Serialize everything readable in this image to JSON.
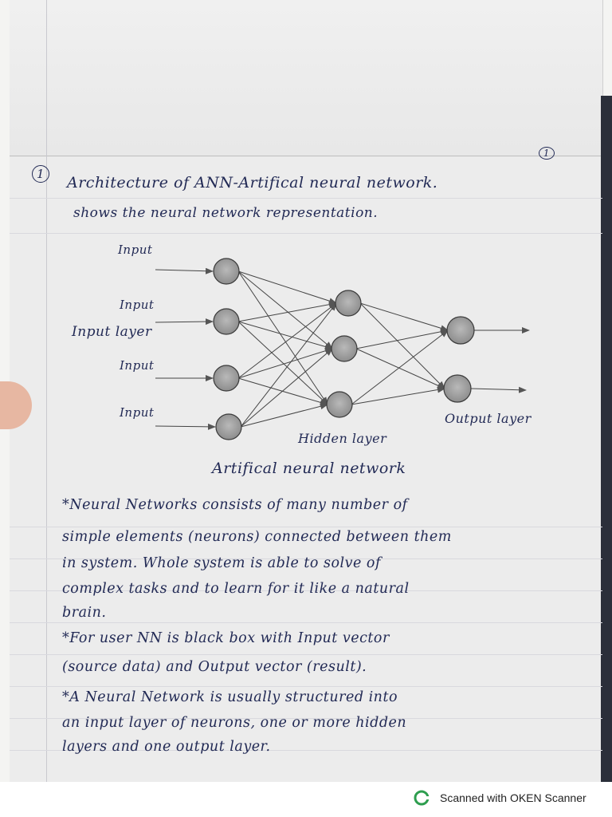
{
  "page_number": "1",
  "question_number": "1",
  "title": "Architecture of ANN-Artifical neural network.",
  "subtitle": "shows the neural network representation.",
  "diagram": {
    "input_labels": [
      "Input",
      "Input",
      "Input",
      "Input"
    ],
    "input_layer_label": "Input layer",
    "hidden_layer_label": "Hidden layer",
    "output_layer_label": "Output layer",
    "caption": "Artifical neural network"
  },
  "paragraphs": [
    "*Neural Networks consists of many number of",
    "simple elements (neurons) connected between them",
    "in system. Whole system is able to solve of",
    "complex tasks and to learn for it like a natural",
    "brain.",
    "*For user NN is black box with Input vector",
    "(source data) and Output vector (result).",
    "*A Neural Network is usually structured into",
    "an input layer of neurons, one or more hidden",
    "layers and one output layer."
  ],
  "footer": {
    "scanner_text": "Scanned with OKEN Scanner",
    "logo_icon": "oken-scanner-logo-icon",
    "logo_color": "#2e9e4f"
  },
  "ink_color": "#222a55"
}
